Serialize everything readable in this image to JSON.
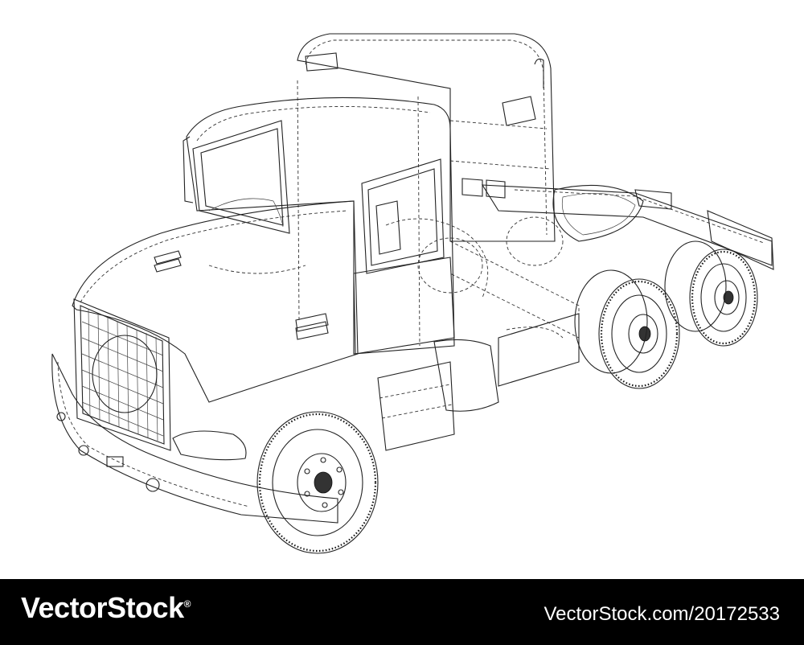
{
  "image": {
    "subject": "wireframe-semi-truck-tractor",
    "line_color": "#222222",
    "background_color": "#ffffff"
  },
  "footer": {
    "brand": "VectorStock",
    "registered_mark": "®",
    "stock_id": "VectorStock.com/20172533",
    "background_color": "#000000",
    "text_color": "#ffffff"
  }
}
